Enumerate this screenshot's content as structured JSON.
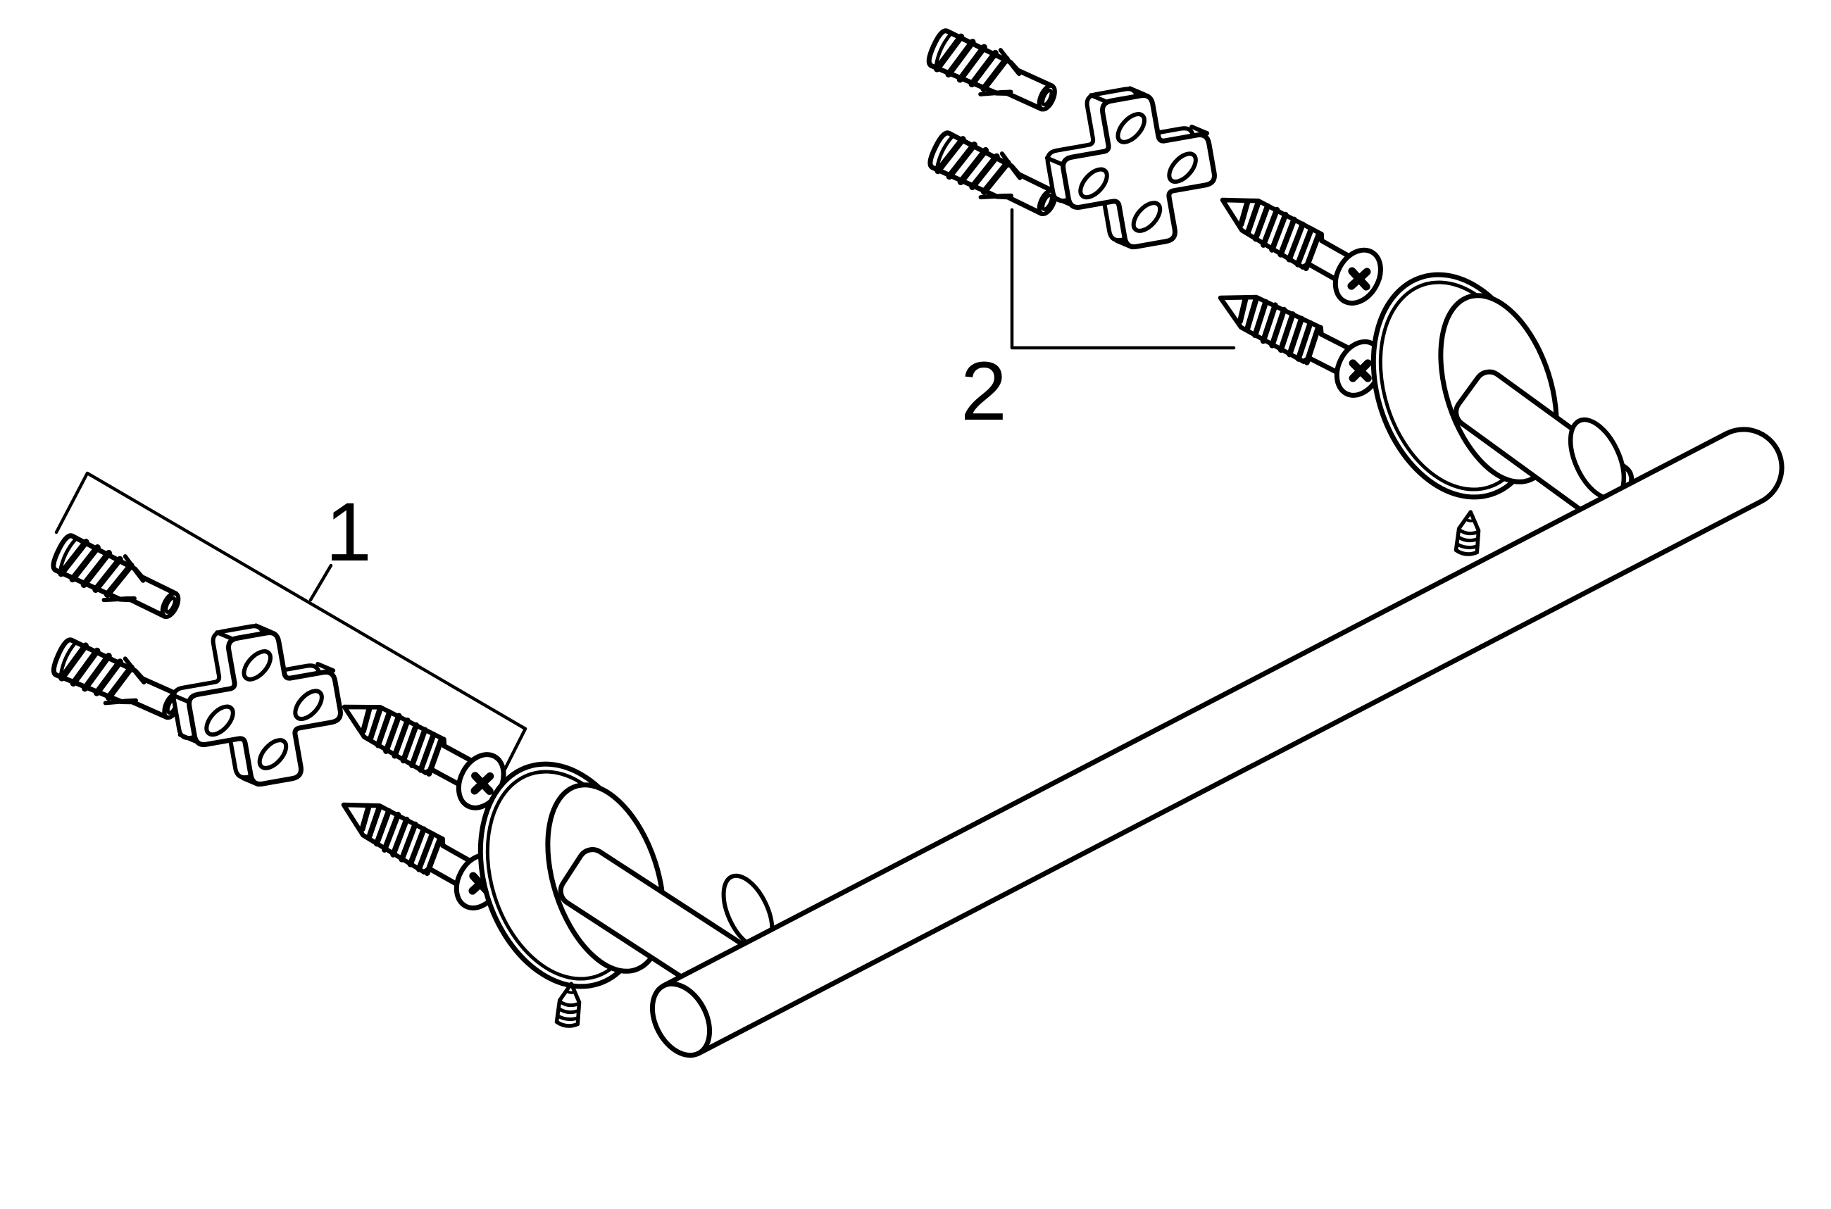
{
  "diagram": {
    "kind": "exploded-assembly-installation-drawing",
    "background_color": "#ffffff",
    "line_color": "#000000",
    "steps": [
      {
        "label": "1"
      },
      {
        "label": "2"
      }
    ],
    "parts": [
      {
        "name": "wall-plug",
        "count": 4
      },
      {
        "name": "cross-mounting-plate",
        "count": 2
      },
      {
        "name": "mounting-screw",
        "count": 4
      },
      {
        "name": "rosette-flange-with-post",
        "count": 2
      },
      {
        "name": "set-screw",
        "count": 2
      },
      {
        "name": "towel-bar",
        "count": 1
      }
    ]
  }
}
